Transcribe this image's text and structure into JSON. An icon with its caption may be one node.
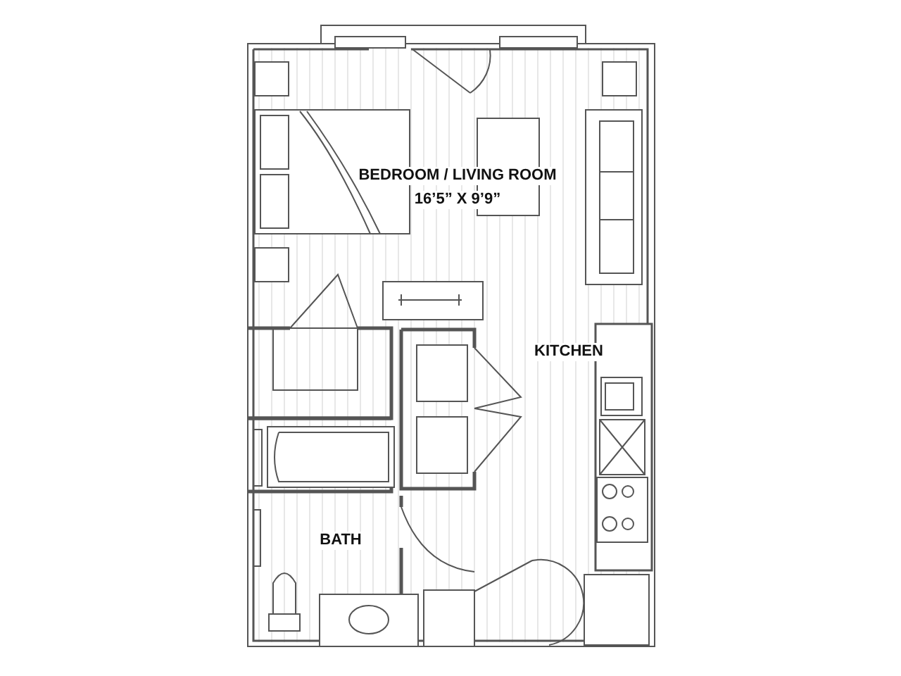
{
  "diagram": {
    "labels": [
      "BEDROOM / LIVING ROOM",
      "16’5” X 9’9”",
      "KITCHEN",
      "BATH"
    ]
  }
}
